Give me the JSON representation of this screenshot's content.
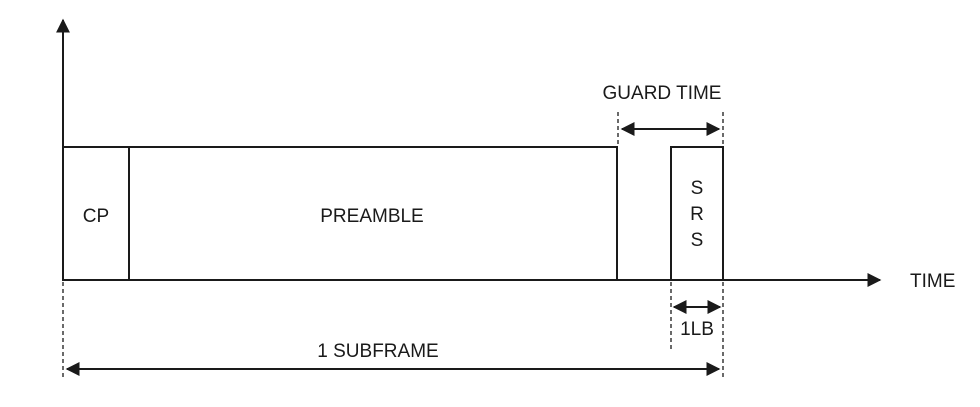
{
  "labels": {
    "cp": "CP",
    "preamble": "PREAMBLE",
    "srs": [
      "S",
      "R",
      "S"
    ],
    "guard_time": "GUARD TIME",
    "time_axis": "TIME",
    "lb": "1LB",
    "subframe": "1 SUBFRAME"
  }
}
